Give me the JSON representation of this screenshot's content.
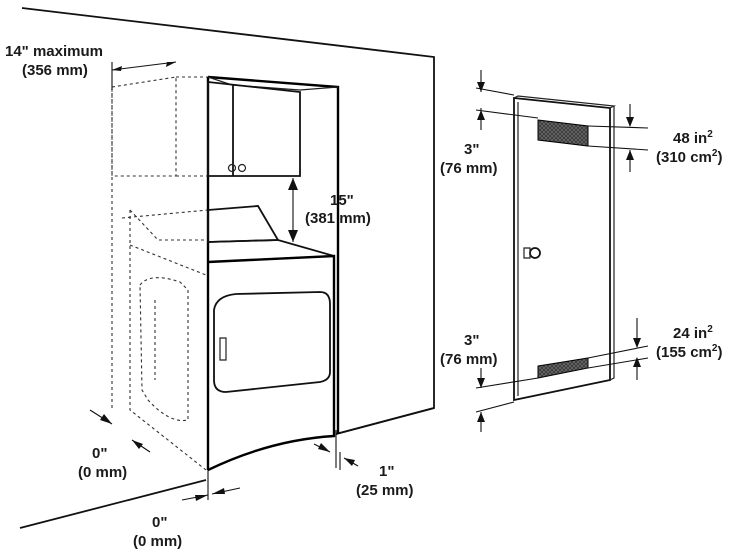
{
  "labels": {
    "top_max_value": "14\" maximum",
    "top_max_metric": "(356 mm)",
    "cabinet_gap_value": "15\"",
    "cabinet_gap_metric": "(381 mm)",
    "left_side_value": "0\"",
    "left_side_metric": "(0 mm)",
    "bottom_side_value": "0\"",
    "bottom_side_metric": "(0 mm)",
    "rear_value": "1\"",
    "rear_metric": "(25 mm)",
    "door_top_offset_value": "3\"",
    "door_top_offset_metric": "(76 mm)",
    "door_bottom_offset_value": "3\"",
    "door_bottom_offset_metric": "(76 mm)",
    "top_vent_area_value": "48 in",
    "top_vent_area_value_sup": "2",
    "top_vent_area_metric": "(310 cm",
    "top_vent_area_metric_sup": "2",
    "top_vent_area_metric_close": ")",
    "bottom_vent_area_value": "24 in",
    "bottom_vent_area_value_sup": "2",
    "bottom_vent_area_metric": "(155 cm",
    "bottom_vent_area_metric_sup": "2",
    "bottom_vent_area_metric_close": ")"
  },
  "colors": {
    "line": "#111111",
    "vent_fill": "#3a3a3a",
    "background": "#ffffff"
  }
}
